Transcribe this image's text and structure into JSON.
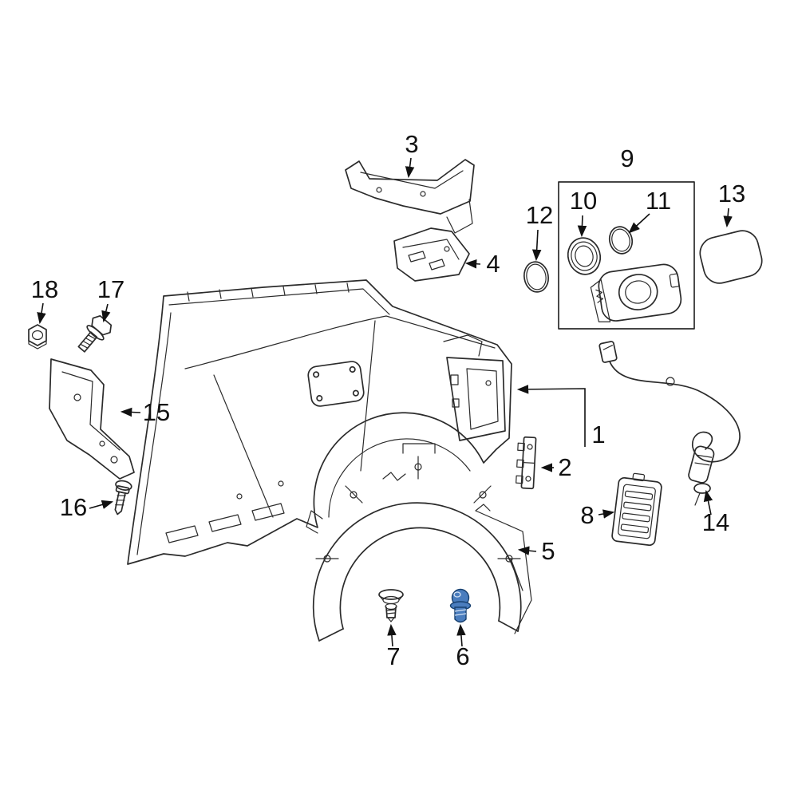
{
  "diagram": {
    "type": "exploded-parts-diagram",
    "labels": {
      "1": "1",
      "2": "2",
      "3": "3",
      "4": "4",
      "5": "5",
      "6": "6",
      "7": "7",
      "8": "8",
      "9": "9",
      "10": "10",
      "11": "11",
      "12": "12",
      "13": "13",
      "14": "14",
      "15": "15",
      "16": "16",
      "17": "17",
      "18": "18"
    },
    "highlighted_part_label": "6",
    "colors": {
      "line": "#2b2b2b",
      "background": "#ffffff",
      "highlight_fill": "#4a7dbe",
      "highlight_stroke": "#17406f"
    },
    "parts": [
      {
        "label": "1",
        "icon": "quarter-panel-icon"
      },
      {
        "label": "2",
        "icon": "small-bracket-icon"
      },
      {
        "label": "3",
        "icon": "rail-bracket-icon"
      },
      {
        "label": "4",
        "icon": "extension-panel-icon"
      },
      {
        "label": "5",
        "icon": "wheelhouse-liner-icon"
      },
      {
        "label": "6",
        "icon": "bolt-highlighted-icon"
      },
      {
        "label": "7",
        "icon": "clip-icon"
      },
      {
        "label": "8",
        "icon": "vent-panel-icon"
      },
      {
        "label": "9",
        "icon": "fuel-door-assembly-icon"
      },
      {
        "label": "10",
        "icon": "grommet-icon"
      },
      {
        "label": "11",
        "icon": "seal-ring-icon"
      },
      {
        "label": "12",
        "icon": "seal-ring-icon"
      },
      {
        "label": "13",
        "icon": "protector-pad-icon"
      },
      {
        "label": "14",
        "icon": "release-cable-icon"
      },
      {
        "label": "15",
        "icon": "support-bracket-icon"
      },
      {
        "label": "16",
        "icon": "screw-icon"
      },
      {
        "label": "17",
        "icon": "hex-bolt-icon"
      },
      {
        "label": "18",
        "icon": "hex-nut-icon"
      }
    ]
  }
}
